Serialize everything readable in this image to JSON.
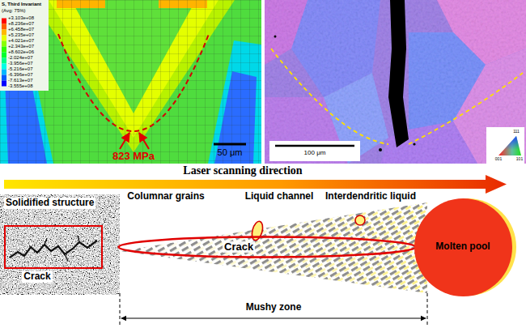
{
  "diagram": {
    "nodes": [
      {
        "text": [
          "Crack"
        ]
      },
      {
        "text": [
          "Crack"
        ]
      },
      {
        "text": [
          "Molten pool"
        ]
      }
    ],
    "labels": [
      "S, Third Invariant",
      "(Avg: 75%)",
      "+3.103e+08",
      "+8.236e+07",
      "+6.458e+07",
      "+5.235e+07",
      "+4.021e+07",
      "+2.343e+07",
      "+8.602e+06",
      "-2.024e+07",
      "-3.956e+07",
      "-5.216e+07",
      "-6.396e+07",
      "-7.613e+07",
      "-3.555e+08",
      "823 MPa",
      "50 μm",
      "100 μm",
      "111",
      "001",
      "101",
      "Laser scanning direction",
      "Solidified structure",
      "Columnar grains",
      "Liquid channel",
      "Interdendritic liquid",
      "Mushy zone"
    ]
  }
}
